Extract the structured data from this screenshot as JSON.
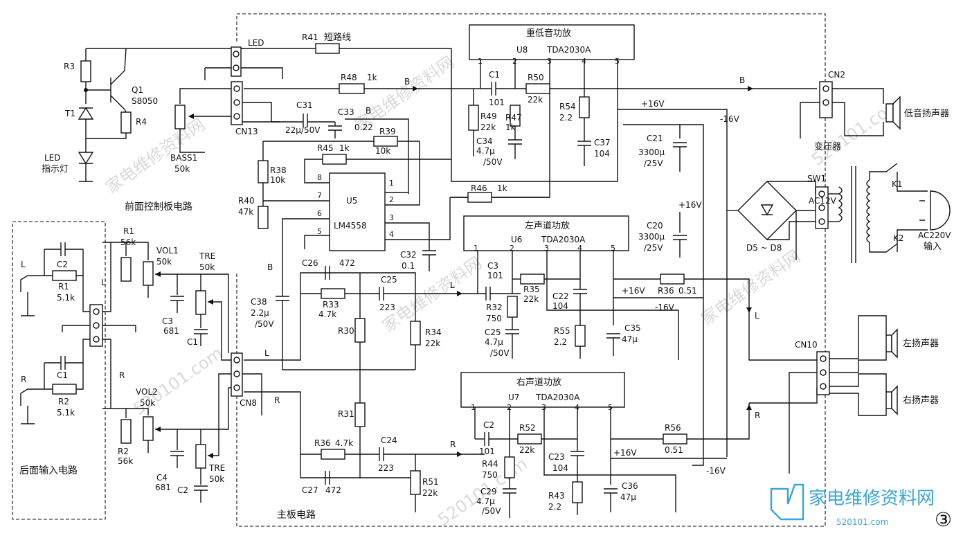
{
  "sections": {
    "front_panel": "前面控制板电路",
    "rear_input": "后面输入电路",
    "main_board": "主板电路"
  },
  "amplifiers": {
    "bass": {
      "title": "重低音功放",
      "ref": "U8",
      "part": "TDA2030A",
      "pins": [
        "1",
        "2",
        "3",
        "4",
        "5"
      ]
    },
    "left": {
      "title": "左声道功放",
      "ref": "U6",
      "part": "TDA2030A",
      "pins": [
        "1",
        "2",
        "3",
        "4",
        "5"
      ]
    },
    "right": {
      "title": "右声道功放",
      "ref": "U7",
      "part": "TDA2030A",
      "pins": [
        "1",
        "2",
        "3",
        "4",
        "5"
      ]
    }
  },
  "opamp": {
    "ref": "U5",
    "part": "LM4558",
    "pins": [
      "1",
      "2",
      "3",
      "4",
      "5",
      "6",
      "7",
      "8"
    ]
  },
  "connectors": {
    "led": "LED",
    "cn13": "CN13",
    "cn8": "CN8",
    "cn2": "CN2",
    "cn10": "CN10",
    "sw1": "SW1"
  },
  "components": {
    "r41": "R41",
    "short": "短路线",
    "r48": "R48",
    "r48v": "1k",
    "c1_bass": "C1",
    "c1_bass_v": "101",
    "r50": "R50",
    "r50v": "22k",
    "r49": "R49",
    "r49v": "22k",
    "r47": "R47",
    "r47v": "1k",
    "r54": "R54",
    "r54v": "2.2",
    "c34": "C34",
    "c34v": "4.7μ",
    "c34v2": "/50V",
    "c37": "C37",
    "c37v": "104",
    "c21": "C21",
    "c21v": "3300μ",
    "c21v2": "/25V",
    "c20": "C20",
    "c20v": "3300μ",
    "c20v2": "/25V",
    "c31": "C31",
    "c31v": "22μ/50V",
    "c33": "C33",
    "c33v": "0.22",
    "r45": "R45",
    "r45v": "1k",
    "r39": "R39",
    "r39v": "10k",
    "r38": "R38",
    "r38v": "10k",
    "r40": "R40",
    "r40v": "47k",
    "r46": "R46",
    "r46v": "1k",
    "c32": "C32",
    "c32v": "0.1",
    "c26": "C26",
    "c26v": "472",
    "r33": "R33",
    "r33v": "4.7k",
    "c25a": "C25",
    "c25av": "223",
    "r34": "R34",
    "r34v": "22k",
    "c38": "C38",
    "c38v": "2.2μ",
    "c38v2": "/50V",
    "r30": "R30",
    "r31": "R31",
    "c3_left": "C3",
    "c3_left_v": "101",
    "r35": "R35",
    "r35v": "22k",
    "r32": "R32",
    "r32v": "750",
    "c25b": "C25",
    "c25bv": "4.7μ",
    "c25bv2": "/50V",
    "c22": "C22",
    "c22v": "104",
    "r55": "R55",
    "r55v": "2.2",
    "c35": "C35",
    "c35v": "47μ",
    "r36a": "R36",
    "r36av": "0.51",
    "r36b": "R36",
    "r36bv": "4.7k",
    "c24": "C24",
    "c24v": "223",
    "r51": "R51",
    "r51v": "22k",
    "c27": "C27",
    "c27v": "472",
    "c2_right": "C2",
    "c2_right_v": "101",
    "r52": "R52",
    "r52v": "22k",
    "r44": "R44",
    "r44v": "750",
    "c29": "C29",
    "c29v": "4.7μ",
    "c29v2": "/50V",
    "c23": "C23",
    "c23v": "104",
    "r43": "R43",
    "r43v": "2.2",
    "c36": "C36",
    "c36v": "47μ",
    "r56": "R56",
    "r56v": "0.51",
    "r3": "R3",
    "q1": "Q1",
    "q1v": "S8050",
    "t1": "T1",
    "r4": "R4",
    "led": "LED",
    "led2": "指示灯",
    "bass1": "BASS1",
    "bass1v": "50k",
    "r1f": "R1",
    "r1fv": "56k",
    "vol1": "VOL1",
    "vol1v": "50k",
    "tre1": "TRE",
    "tre1v": "50k",
    "c3f": "C3",
    "c3fv": "681",
    "c1f": "C1",
    "r2f": "R2",
    "r2fv": "56k",
    "vol2": "VOL2",
    "vol2v": "50k",
    "c4f": "C4",
    "c4fv": "681",
    "tre2": "TRE",
    "tre2v": "50k",
    "c2f": "C2",
    "c2r": "C2",
    "r1r": "R1",
    "r1rv": "5.1k",
    "c1r": "C1",
    "r2r": "R2",
    "r2rv": "5.1k"
  },
  "signals": {
    "b": "B",
    "l": "L",
    "r": "R",
    "p16": "+16V",
    "m16": "-16V"
  },
  "power": {
    "transformer": "变压器",
    "ac12": "AC12V",
    "k1": "K1",
    "k2": "K2",
    "ac220": "AC220V",
    "input": "输入",
    "rect": "D5 ~ D8"
  },
  "speakers": {
    "bass": "低音扬声器",
    "left": "左扬声器",
    "right": "右扬声器"
  },
  "watermark": {
    "text": "家电维修资料网",
    "url": "520101.com"
  },
  "figure_mark": "③",
  "colors": {
    "ink": "#111111",
    "brand": "#3aa7d8",
    "watermark": "#d9d9d9"
  }
}
